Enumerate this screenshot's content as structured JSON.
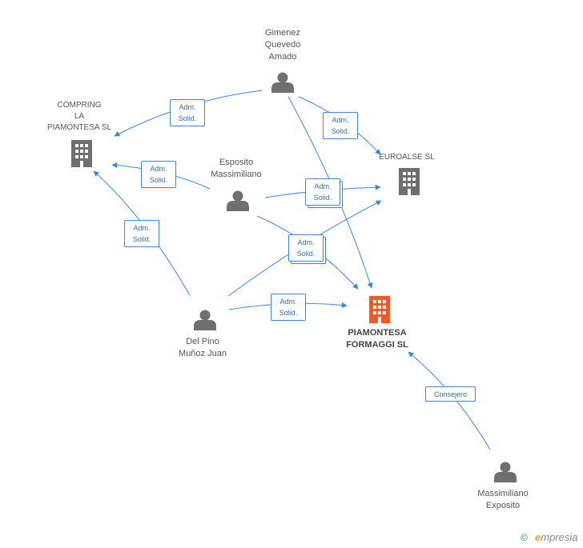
{
  "nodes": {
    "gimenez": {
      "label": [
        "Gimenez",
        "Quevedo",
        "Amado"
      ],
      "kind": "person"
    },
    "compring": {
      "label": [
        "COMPRING",
        "LA",
        "PIAMONTESA SL"
      ],
      "kind": "company"
    },
    "euroalse": {
      "label": [
        "EUROALSE SL"
      ],
      "kind": "company"
    },
    "esposito": {
      "label": [
        "Esposito",
        "Massimiliano"
      ],
      "kind": "person"
    },
    "delpino": {
      "label": [
        "Del Pino",
        "Muñoz Juan"
      ],
      "kind": "person"
    },
    "piamontesa": {
      "label": [
        "PIAMONTESA",
        "FORMAGGI SL"
      ],
      "kind": "company-main"
    },
    "massimiliano": {
      "label": [
        "Massimiliano",
        "Exposito"
      ],
      "kind": "person"
    }
  },
  "relations": {
    "adm_solid": [
      "Adm.",
      "Solid."
    ],
    "consejero": "Consejero"
  },
  "colors": {
    "edge": "#3f86d9",
    "node_gray": "#6f6f6f",
    "node_main": "#f05a28"
  },
  "footer": {
    "copyright": "©",
    "brand_initial": "e",
    "brand_rest": "mpresia"
  }
}
